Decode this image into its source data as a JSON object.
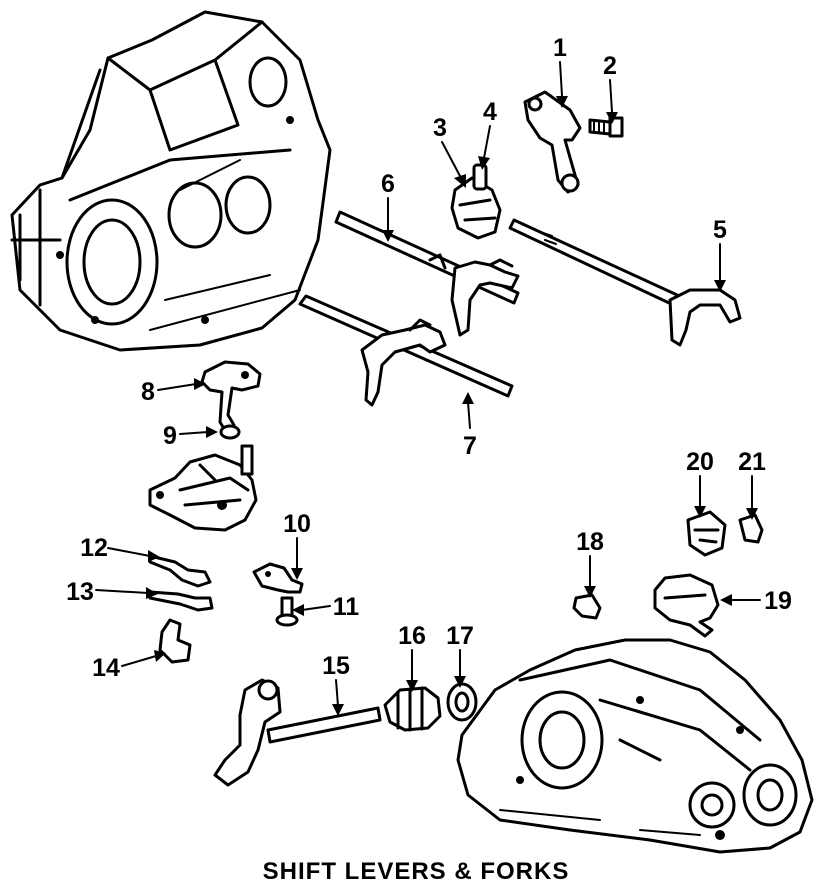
{
  "diagram": {
    "title": "SHIFT LEVERS & FORKS",
    "callouts": [
      "1",
      "2",
      "3",
      "4",
      "5",
      "6",
      "7",
      "8",
      "9",
      "10",
      "11",
      "12",
      "13",
      "14",
      "15",
      "16",
      "17",
      "18",
      "19",
      "20",
      "21"
    ]
  }
}
